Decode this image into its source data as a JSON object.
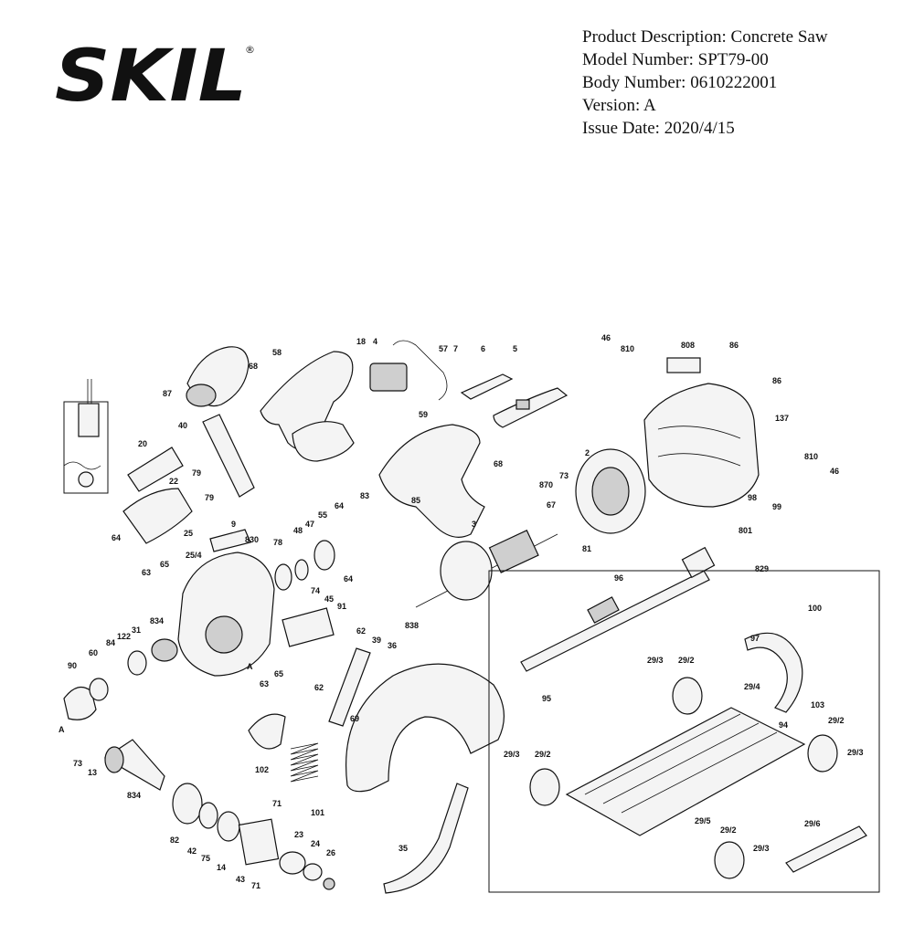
{
  "brand": {
    "logo_text": "SKIL",
    "registered_mark": "®"
  },
  "header": {
    "product_description": "Product Description: Concrete Saw",
    "model_number": "Model Number: SPT79-00",
    "body_number": "Body Number: 0610222001",
    "version": "Version: A",
    "issue_date": "Issue Date: 2020/4/15"
  },
  "callouts": {
    "c87": "87",
    "c58": "58",
    "c68a": "68",
    "c18": "18",
    "c4": "4",
    "c57": "57",
    "c7": "7",
    "c6": "6",
    "c5": "5",
    "c46a": "46",
    "c810a": "810",
    "c808": "808",
    "c86a": "86",
    "c86b": "86",
    "c137": "137",
    "c810b": "810",
    "c46b": "46",
    "c40": "40",
    "c59": "59",
    "c20": "20",
    "c79a": "79",
    "c79b": "79",
    "c22": "22",
    "c64a": "64",
    "c83": "83",
    "c85": "85",
    "c68b": "68",
    "c2": "2",
    "c870": "870",
    "c73": "73",
    "c67": "67",
    "c98": "98",
    "c99": "99",
    "c801": "801",
    "c81": "81",
    "c25": "25",
    "c9": "9",
    "c254": "25/4",
    "c78": "78",
    "c48": "48",
    "c47": "47",
    "c55": "55",
    "c64b": "64",
    "c64c": "64",
    "c3": "3",
    "c830": "830",
    "c63a": "63",
    "c65a": "65",
    "c96": "96",
    "c829": "829",
    "c74": "74",
    "c45": "45",
    "c91": "91",
    "c100": "100",
    "c834a": "834",
    "c31": "31",
    "c122": "122",
    "c84": "84",
    "c60": "60",
    "c90": "90",
    "c62a": "62",
    "c39": "39",
    "c36": "36",
    "c838": "838",
    "cA1": "A",
    "c97": "97",
    "c293a": "29/3",
    "c292a": "29/2",
    "c95": "95",
    "c294": "29/4",
    "c63b": "63",
    "c65b": "65",
    "c62b": "62",
    "c69": "69",
    "c103": "103",
    "c94": "94",
    "c292b": "29/2",
    "cA2": "A",
    "c73b": "73",
    "c13": "13",
    "c293b": "29/3",
    "c292c": "29/2",
    "c293c": "29/3",
    "c102": "102",
    "c834b": "834",
    "c101": "101",
    "c71a": "71",
    "c82": "82",
    "c42": "42",
    "c75": "75",
    "c14": "14",
    "c23": "23",
    "c24": "24",
    "c26": "26",
    "c43": "43",
    "c71b": "71",
    "c35": "35",
    "c295": "29/5",
    "c292d": "29/2",
    "c293d": "29/3",
    "c296": "29/6"
  }
}
